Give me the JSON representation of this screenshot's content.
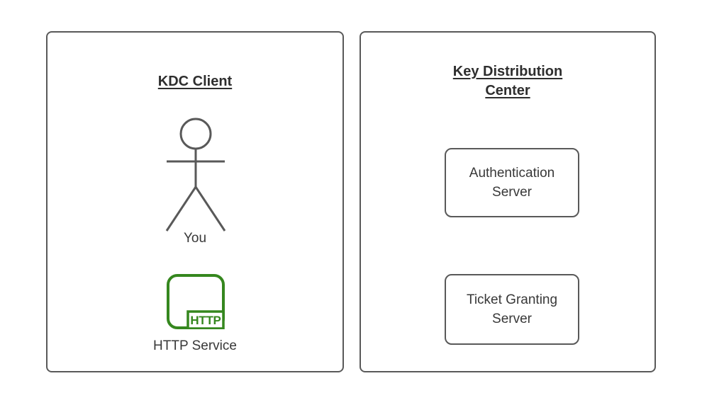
{
  "canvas": {
    "background": "#ffffff"
  },
  "colors": {
    "shape_stroke": "#595959",
    "title_text": "#2e2e2e",
    "label_text": "#383838",
    "http_green": "#35871e"
  },
  "left_panel": {
    "title": "KDC Client",
    "actor_label": "You",
    "http_icon_text": "HTTP",
    "service_label": "HTTP Service"
  },
  "right_panel": {
    "title": "Key Distribution Center",
    "boxes": [
      {
        "label": "Authentication Server"
      },
      {
        "label": "Ticket Granting Server"
      }
    ]
  }
}
